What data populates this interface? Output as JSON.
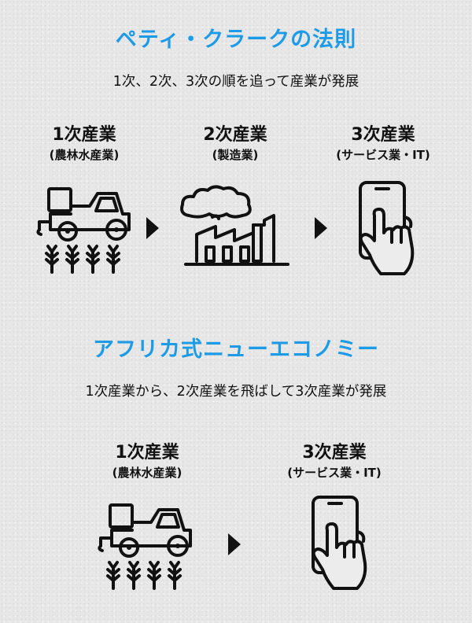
{
  "section1": {
    "title": "ペティ・クラークの法則",
    "subtitle": "1次、2次、3次の順を追って産業が発展",
    "stages": [
      {
        "title": "1次産業",
        "sub": "(農林水産業)",
        "icon": "tractor-wheat-icon"
      },
      {
        "title": "2次産業",
        "sub": "(製造業)",
        "icon": "factory-icon"
      },
      {
        "title": "3次産業",
        "sub": "(サービス業・IT)",
        "icon": "smartphone-hand-icon"
      }
    ]
  },
  "section2": {
    "title": "アフリカ式ニューエコノミー",
    "subtitle": "1次産業から、2次産業を飛ばして3次産業が発展",
    "stages": [
      {
        "title": "1次産業",
        "sub": "(農林水産業)",
        "icon": "tractor-wheat-icon"
      },
      {
        "title": "3次産業",
        "sub": "(サービス業・IT)",
        "icon": "smartphone-hand-icon"
      }
    ]
  },
  "colors": {
    "title": "#1e9be6",
    "text": "#111111",
    "background": "#e7e7e7"
  }
}
